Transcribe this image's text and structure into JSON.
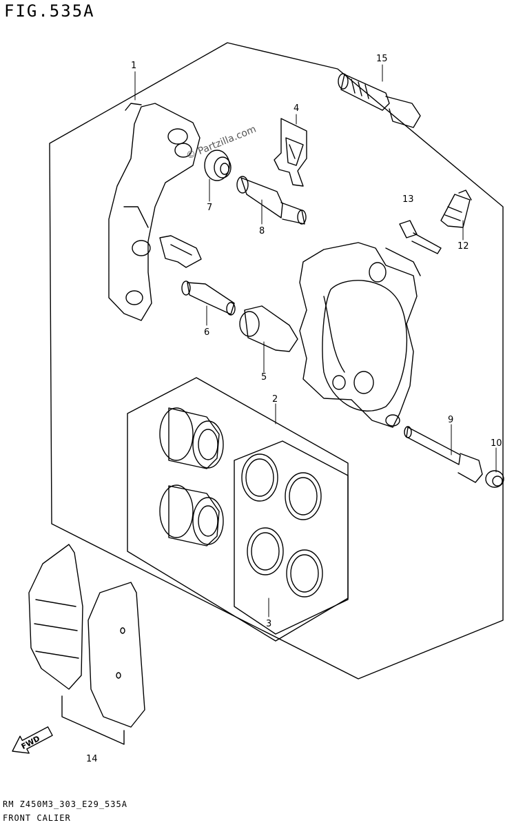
{
  "figure": {
    "title": "FIG.535A",
    "watermark": "© Partzilla.com",
    "fwd_label": "FWD",
    "footer_code": "RM Z450M3_303_E29_535A",
    "footer_name": "FRONT CALIER"
  },
  "callouts": {
    "c1": "1",
    "c2": "2",
    "c3": "3",
    "c4": "4",
    "c5": "5",
    "c6": "6",
    "c7": "7",
    "c8": "8",
    "c9": "9",
    "c10": "10",
    "c12": "12",
    "c13": "13",
    "c14": "14",
    "c15": "15"
  }
}
